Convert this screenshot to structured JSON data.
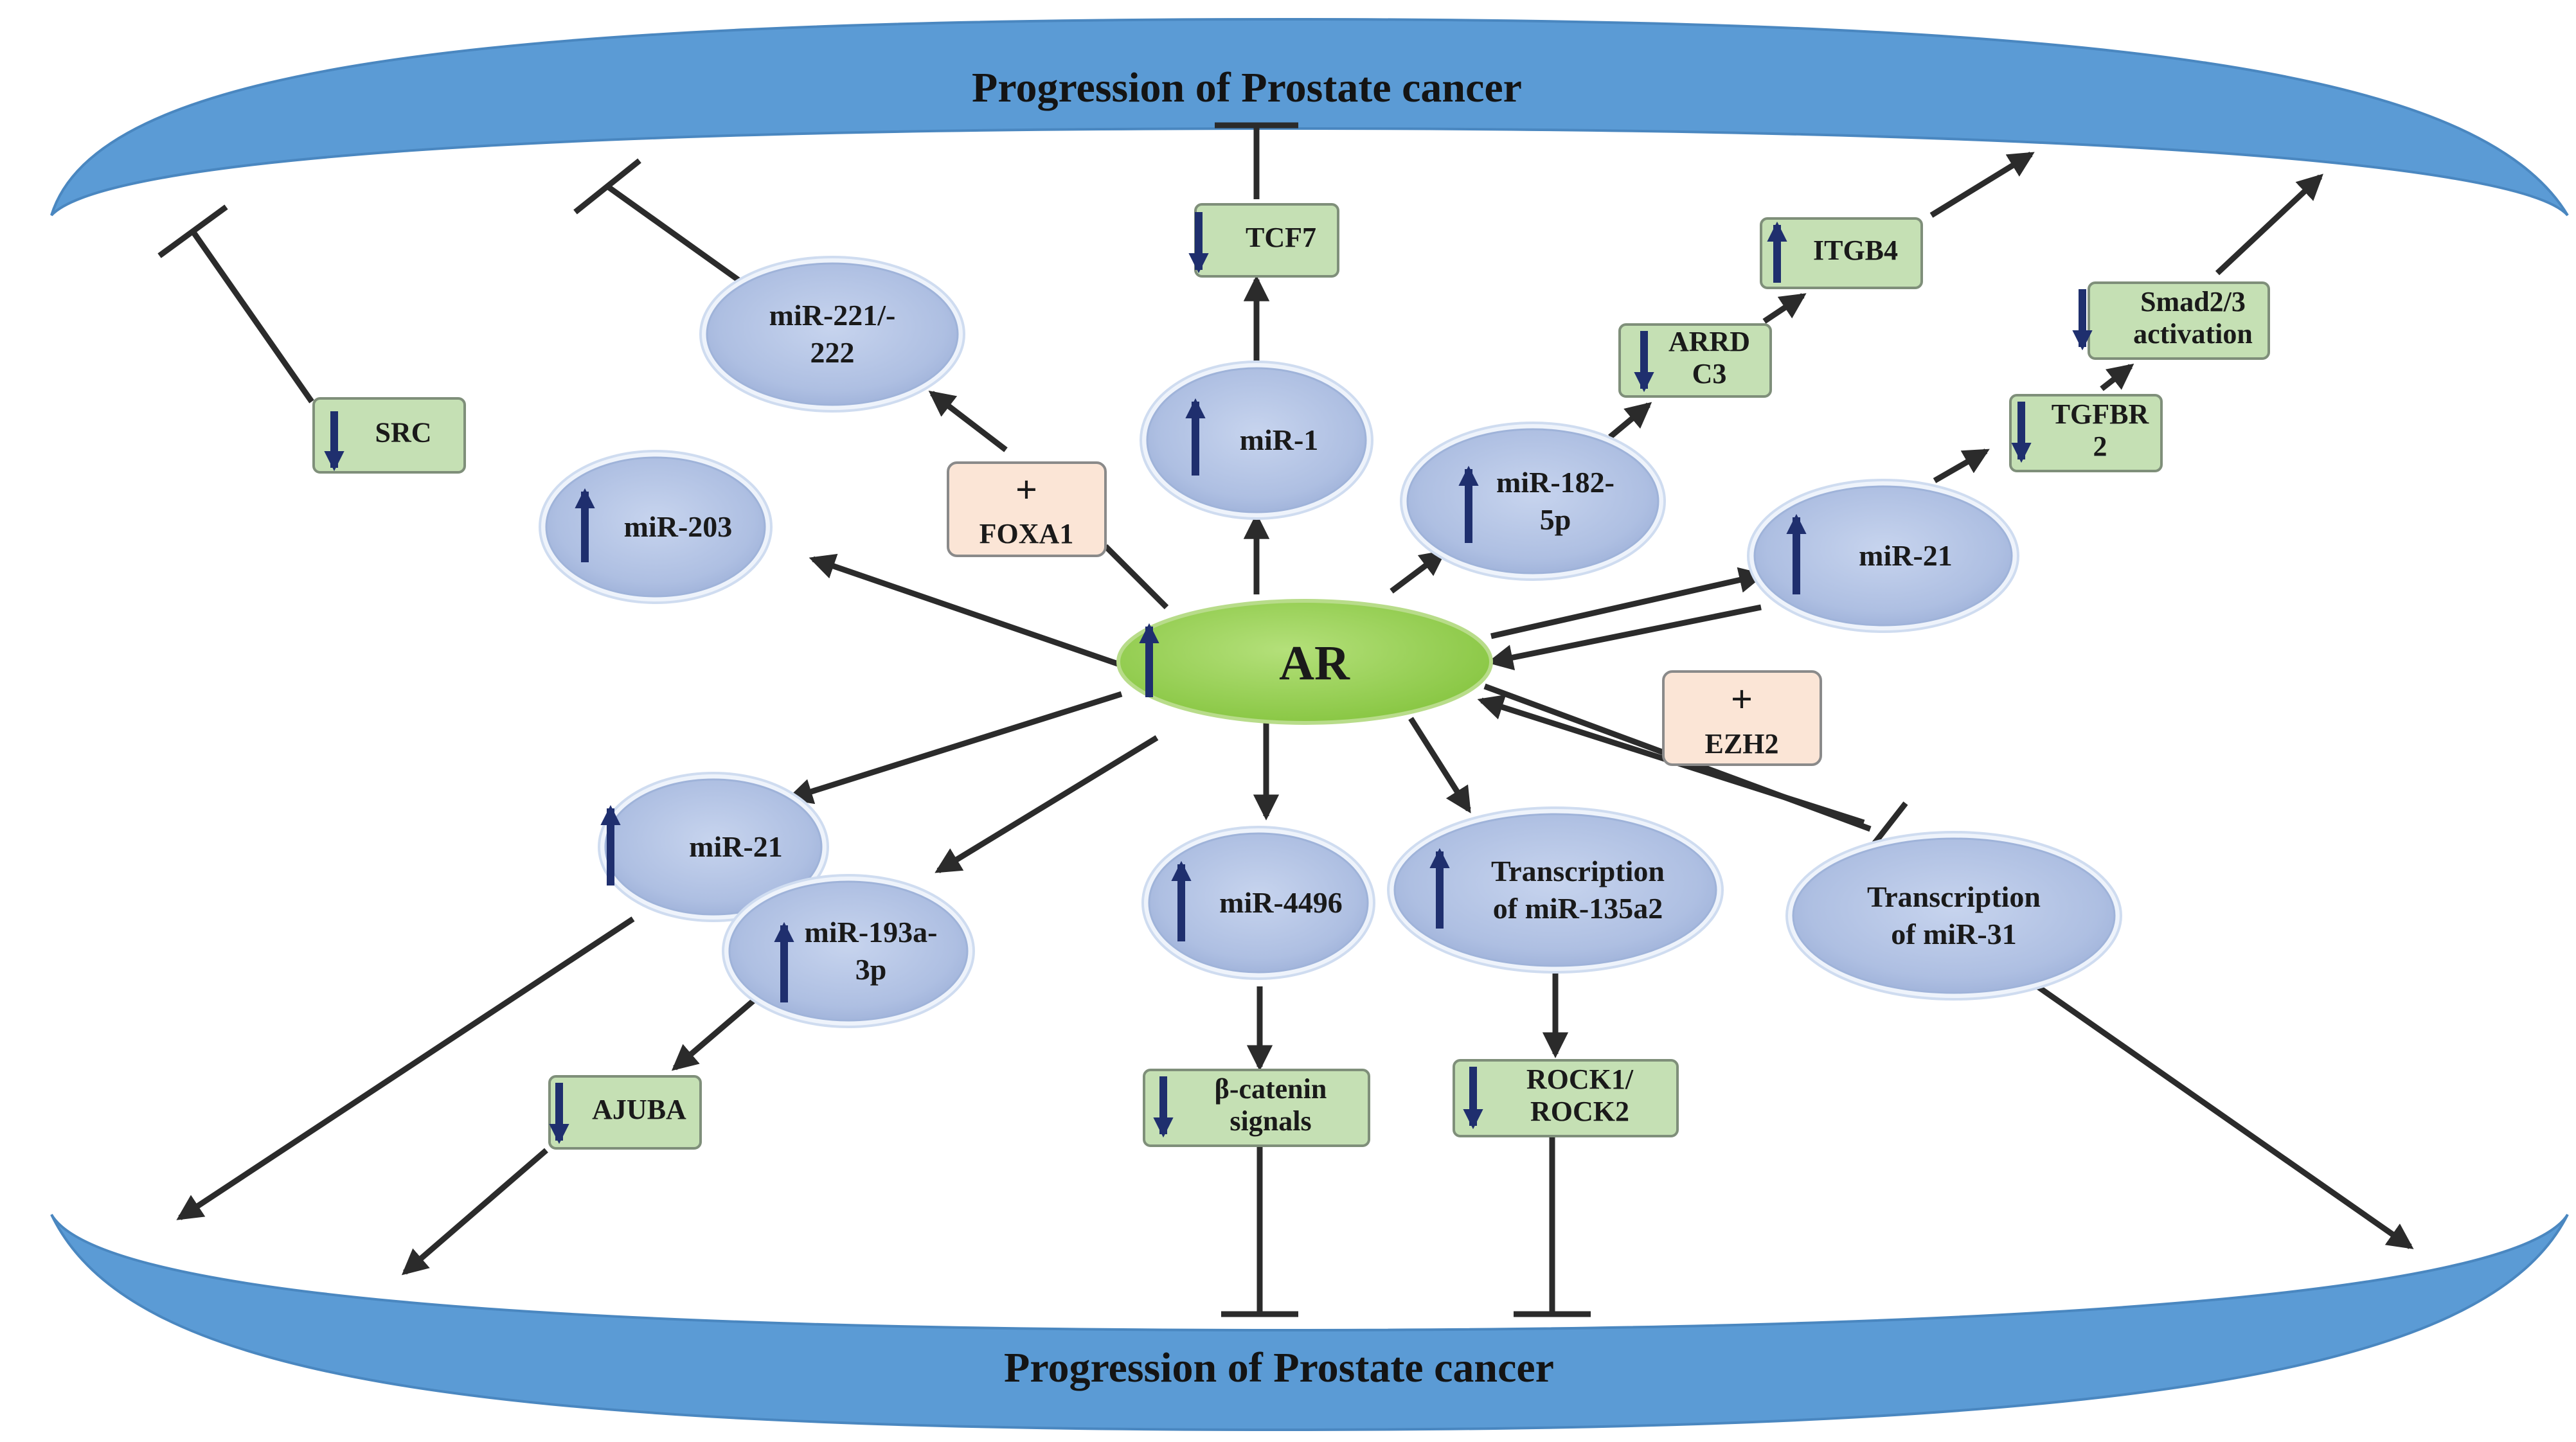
{
  "colors": {
    "banner": "#5b9bd5",
    "oval_fill": "#b4c6e7",
    "box_fill": "#c5e0b4",
    "factor_fill": "#fbe5d6",
    "ar_fill": "#92d050",
    "up_arrow": "#1f2f6e",
    "down_arrow": "#1f2f6e"
  },
  "banners": {
    "top": "Progression of Prostate cancer",
    "bottom": "Progression of Prostate cancer"
  },
  "center": {
    "label": "AR",
    "indicator": "up"
  },
  "cofactors": {
    "foxa1": {
      "sign": "+",
      "label": "FOXA1"
    },
    "ezh2": {
      "sign": "+",
      "label": "EZH2"
    }
  },
  "mirnas": {
    "mir203": {
      "lines": [
        "miR-203"
      ],
      "indicator": "up"
    },
    "mir221": {
      "lines": [
        "miR-221/-",
        "222"
      ],
      "indicator": ""
    },
    "mir1": {
      "lines": [
        "miR-1"
      ],
      "indicator": "up"
    },
    "mir182": {
      "lines": [
        "miR-182-",
        "5p"
      ],
      "indicator": "up"
    },
    "mir21_right": {
      "lines": [
        "miR-21"
      ],
      "indicator": "up"
    },
    "mir21_left": {
      "lines": [
        "miR-21"
      ],
      "indicator": "up"
    },
    "mir193a": {
      "lines": [
        "miR-193a-",
        "3p"
      ],
      "indicator": "up"
    },
    "mir4496": {
      "lines": [
        "miR-4496"
      ],
      "indicator": "up"
    },
    "mir135a2": {
      "lines": [
        "Transcription",
        "of miR-135a2"
      ],
      "indicator": "up"
    },
    "mir31": {
      "lines": [
        "Transcription",
        "of miR-31"
      ],
      "indicator": ""
    }
  },
  "targets": {
    "src": {
      "lines": [
        "SRC"
      ],
      "indicator": "down"
    },
    "tcf7": {
      "lines": [
        "TCF7"
      ],
      "indicator": "down"
    },
    "arrdc3": {
      "lines": [
        "ARRD",
        "C3"
      ],
      "indicator": "down"
    },
    "itgb4": {
      "lines": [
        "ITGB4"
      ],
      "indicator": "up"
    },
    "tgfbr2": {
      "lines": [
        "TGFBR",
        "2"
      ],
      "indicator": "down"
    },
    "smad": {
      "lines": [
        "Smad2/3",
        "activation"
      ],
      "indicator": "down"
    },
    "ajuba": {
      "lines": [
        "AJUBA"
      ],
      "indicator": "down"
    },
    "catenin": {
      "lines": [
        "β-catenin",
        "signals"
      ],
      "indicator": "down"
    },
    "rock": {
      "lines": [
        "ROCK1/",
        "ROCK2"
      ],
      "indicator": "down"
    }
  }
}
